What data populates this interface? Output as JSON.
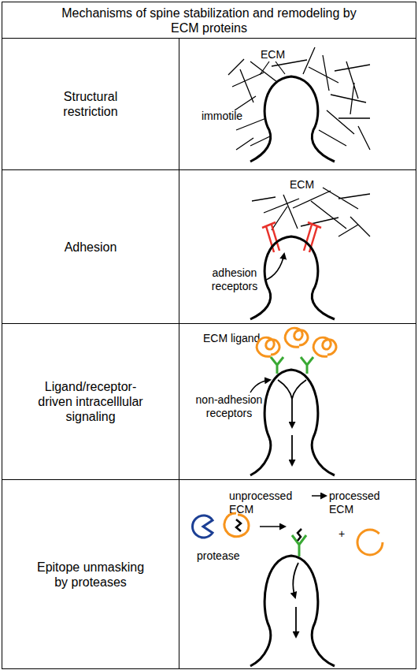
{
  "diagram": {
    "title": "Mechanisms of spine stabilization and remodeling by ECM proteins",
    "nodes": [
      {
        "text": [
          "Structural restriction"
        ]
      },
      {
        "text": [
          "ECM",
          "immotile"
        ]
      },
      {
        "text": [
          "Adhesion"
        ]
      },
      {
        "text": [
          "ECM",
          "adhesion receptors"
        ]
      },
      {
        "text": [
          "Ligand/receptor-driven intracelllular signaling"
        ]
      },
      {
        "text": [
          "ECM ligand",
          "non-adhesion receptors"
        ]
      },
      {
        "text": [
          "Epitope unmasking by proteases"
        ]
      },
      {
        "text": [
          "unprocessed ECM",
          "processed ECM",
          "protease",
          "+"
        ]
      }
    ]
  }
}
